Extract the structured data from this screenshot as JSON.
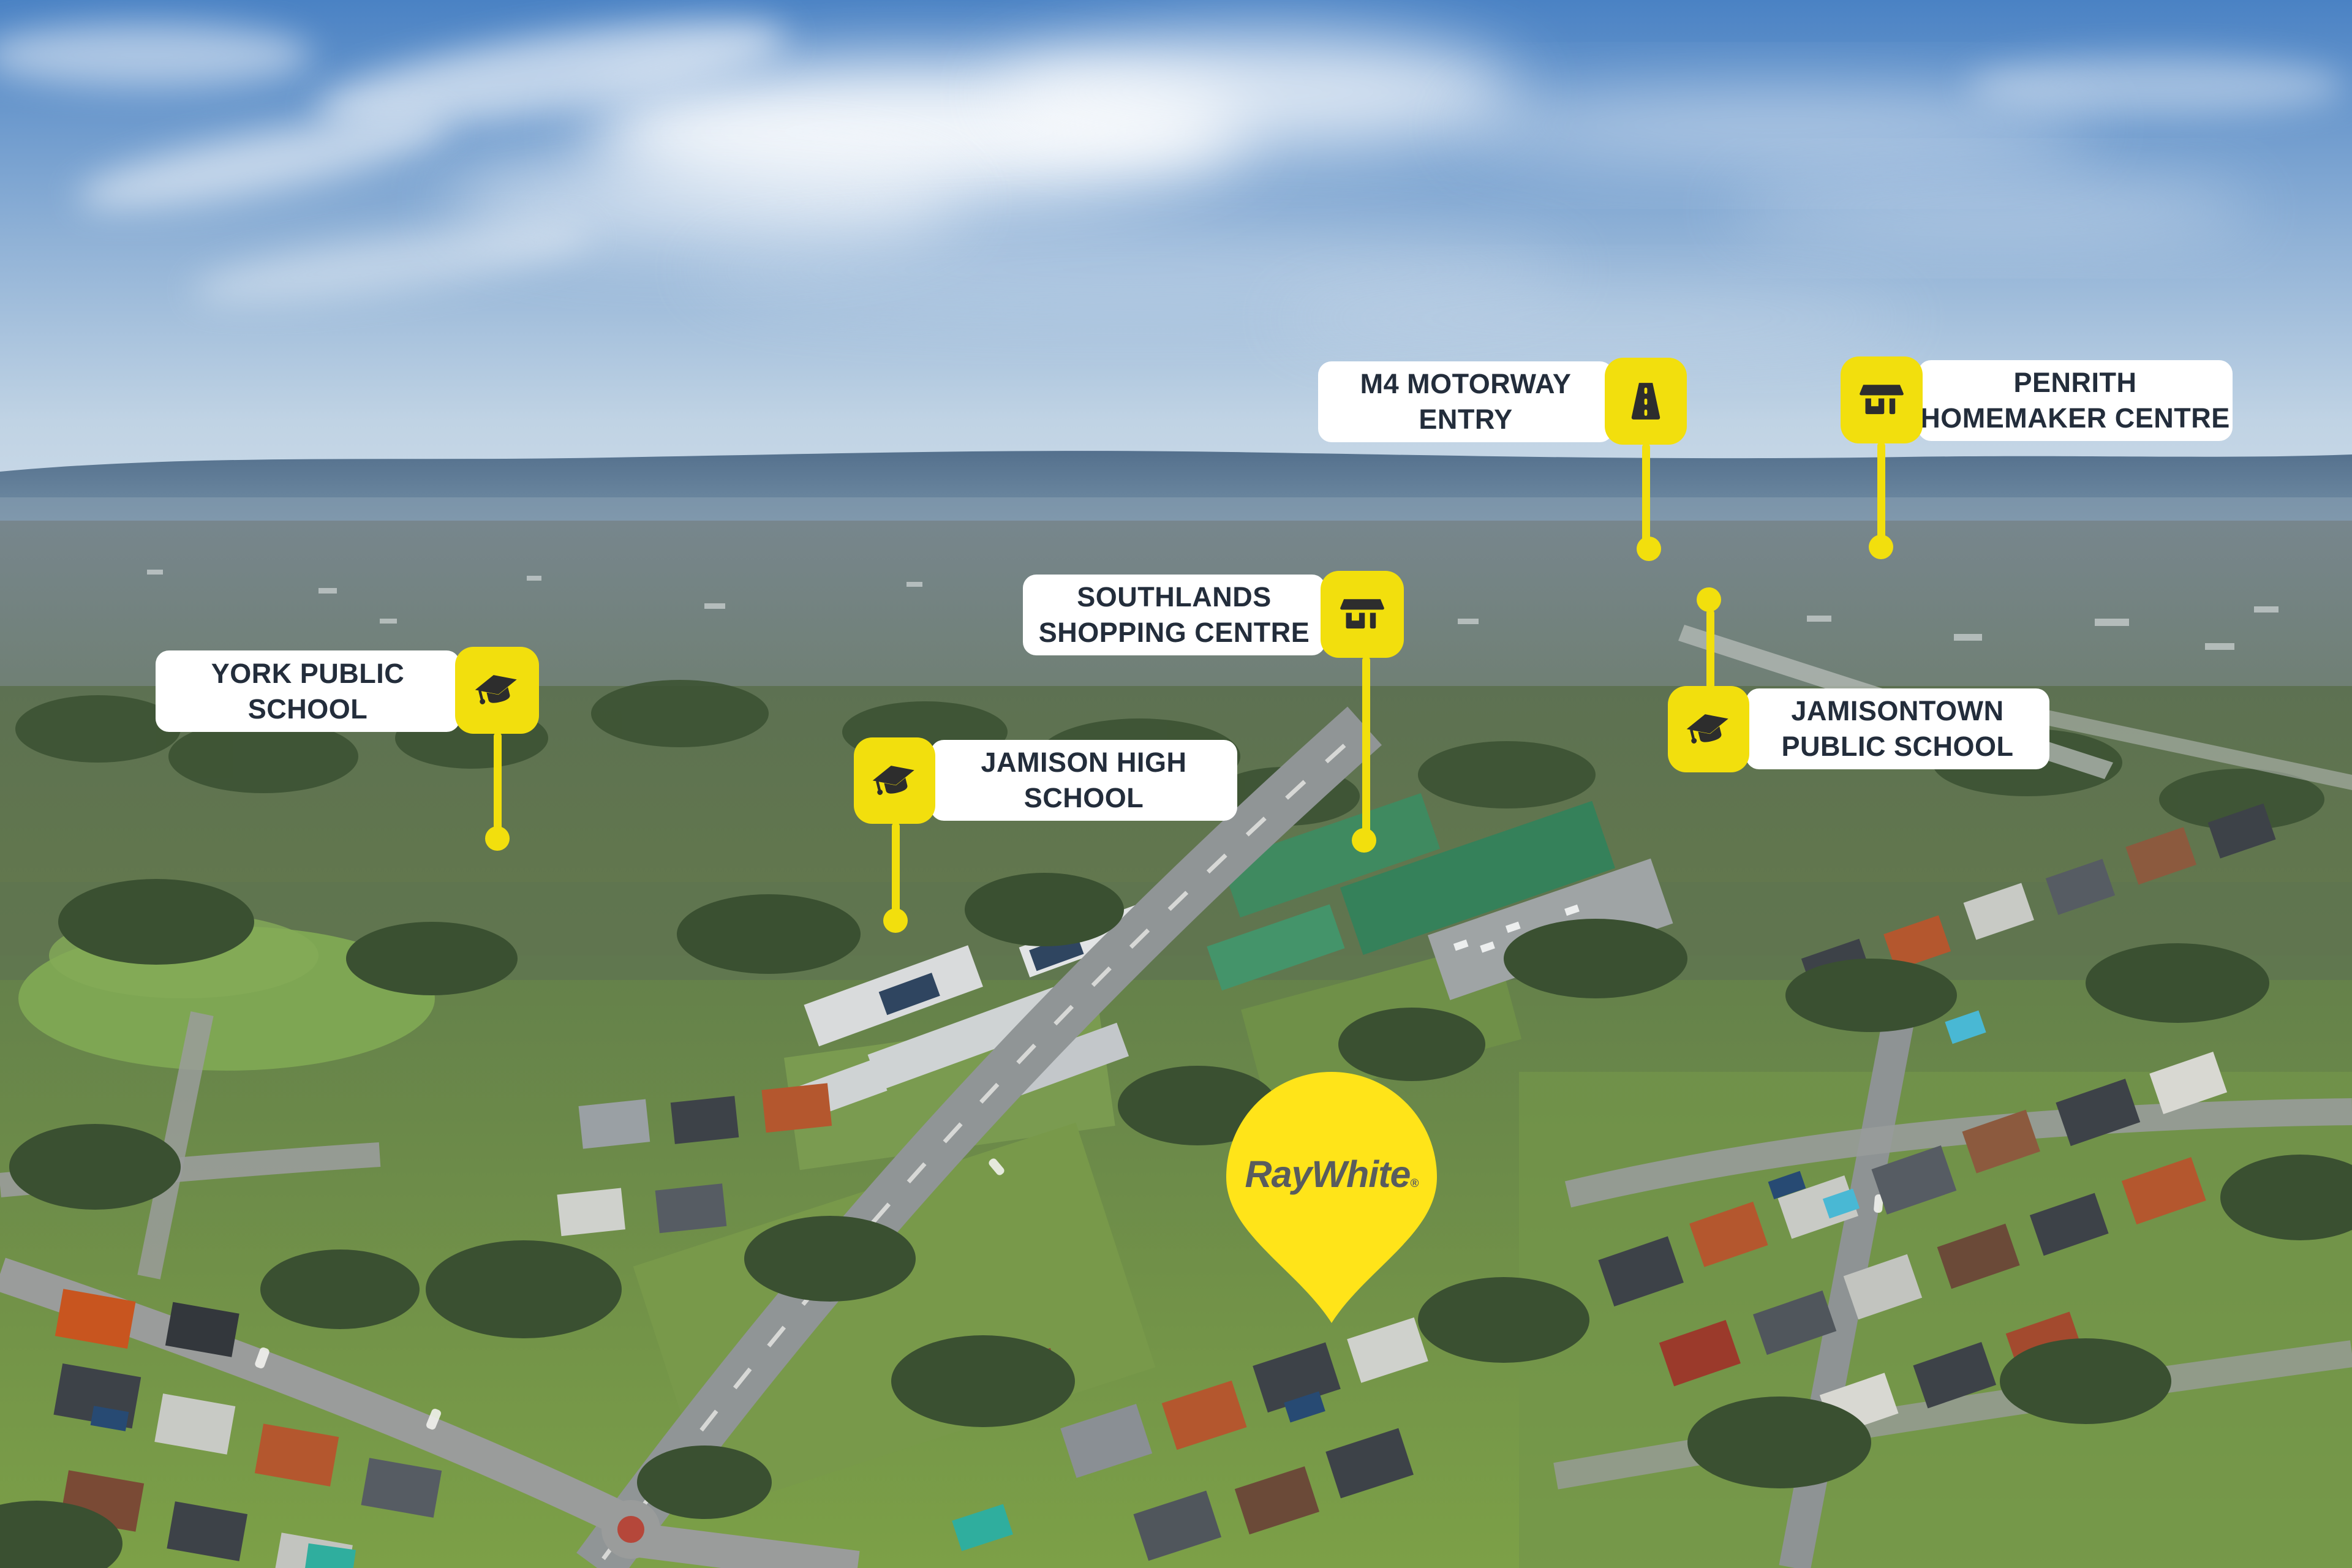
{
  "scene": {
    "description": "Aerial drone photograph of a suburban area (Jamisontown / Penrith) with real-estate location callouts",
    "photo_type": "aerial-suburb"
  },
  "colors": {
    "callout_yellow": "#F2DF0D",
    "pin_yellow": "#FFE419",
    "panel_white": "#FFFFFF",
    "label_text": "#232D3B",
    "icon_color": "#2D2D2D",
    "logo_text": "#595C5E"
  },
  "pin": {
    "brand": "RayWhite",
    "mark": "®"
  },
  "callouts": [
    {
      "id": "m4-motorway-entry",
      "line1": "M4 MOTORWAY",
      "line2": "ENTRY",
      "icon": "road-icon",
      "icon_side": "right"
    },
    {
      "id": "penrith-homemaker-centre",
      "line1": "PENRITH",
      "line2": "HOMEMAKER CENTRE",
      "icon": "storefront-icon",
      "icon_side": "left"
    },
    {
      "id": "southlands-shopping-centre",
      "line1": "SOUTHLANDS",
      "line2": "SHOPPING CENTRE",
      "icon": "storefront-icon",
      "icon_side": "right"
    },
    {
      "id": "york-public-school",
      "line1": "YORK PUBLIC",
      "line2": "SCHOOL",
      "icon": "graduation-cap-icon",
      "icon_side": "right"
    },
    {
      "id": "jamison-high-school",
      "line1": "JAMISON HIGH",
      "line2": "SCHOOL",
      "icon": "graduation-cap-icon",
      "icon_side": "left"
    },
    {
      "id": "jamisontown-public-school",
      "line1": "JAMISONTOWN",
      "line2": "PUBLIC SCHOOL",
      "icon": "graduation-cap-icon",
      "icon_side": "left"
    }
  ]
}
